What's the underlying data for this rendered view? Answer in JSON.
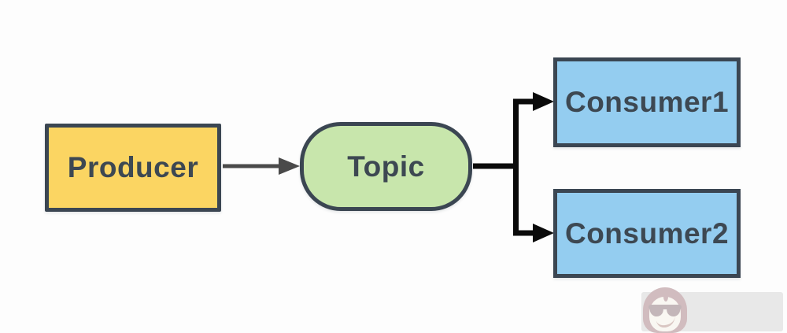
{
  "diagram": {
    "type": "flow-diagram",
    "background_color": "#fdfdfd",
    "nodes": [
      {
        "id": "producer",
        "label": "Producer",
        "shape": "rectangle",
        "fill": "#fbd562",
        "stroke": "#3b4652",
        "text_color": "#3d4852"
      },
      {
        "id": "topic",
        "label": "Topic",
        "shape": "stadium",
        "fill": "#c8e6ac",
        "stroke": "#3b4652",
        "text_color": "#3d4852"
      },
      {
        "id": "consumer1",
        "label": "Consumer1",
        "shape": "rectangle",
        "fill": "#94cdf0",
        "stroke": "#3b4652",
        "text_color": "#3d4852"
      },
      {
        "id": "consumer2",
        "label": "Consumer2",
        "shape": "rectangle",
        "fill": "#94cdf0",
        "stroke": "#3b4652",
        "text_color": "#3d4852"
      }
    ],
    "edges": [
      {
        "from": "producer",
        "to": "topic",
        "style": "straight-arrow",
        "color": "#4a4a4a"
      },
      {
        "from": "topic",
        "to": "consumer1",
        "style": "elbow-arrow",
        "color": "#0a0a0a"
      },
      {
        "from": "topic",
        "to": "consumer2",
        "style": "elbow-arrow",
        "color": "#0a0a0a"
      }
    ]
  },
  "watermark": {
    "icon": "monkey-with-sunglasses",
    "badge_color": "#6e2a33",
    "panel_color": "#b9b9b9"
  }
}
